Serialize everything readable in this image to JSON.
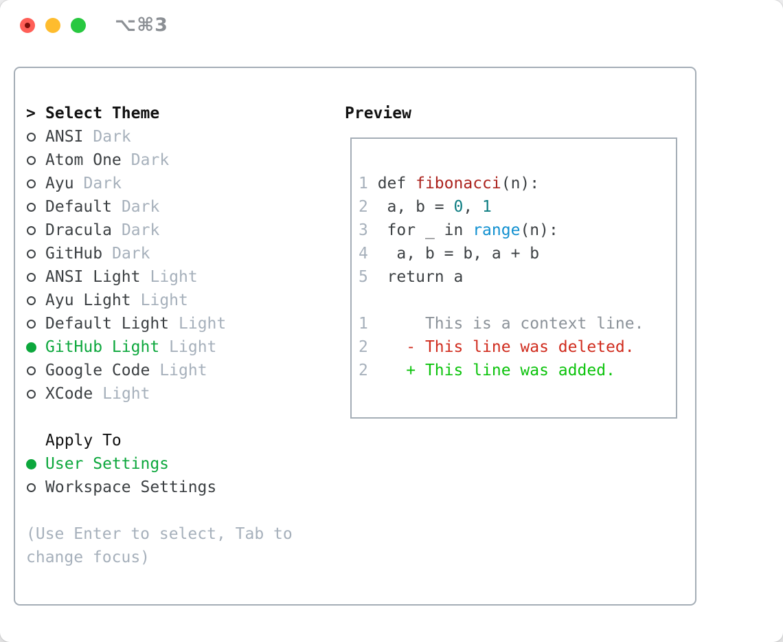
{
  "window": {
    "title": "⌥⌘3"
  },
  "theme_picker": {
    "header": {
      "prefix": ">",
      "label": "Select Theme"
    },
    "items": [
      {
        "name": "ANSI",
        "tag": "Dark",
        "selected": false
      },
      {
        "name": "Atom One",
        "tag": "Dark",
        "selected": false
      },
      {
        "name": "Ayu",
        "tag": "Dark",
        "selected": false
      },
      {
        "name": "Default",
        "tag": "Dark",
        "selected": false
      },
      {
        "name": "Dracula",
        "tag": "Dark",
        "selected": false
      },
      {
        "name": "GitHub",
        "tag": "Dark",
        "selected": false
      },
      {
        "name": "ANSI Light",
        "tag": "Light",
        "selected": false
      },
      {
        "name": "Ayu Light",
        "tag": "Light",
        "selected": false
      },
      {
        "name": "Default Light",
        "tag": "Light",
        "selected": false
      },
      {
        "name": "GitHub Light",
        "tag": "Light",
        "selected": true
      },
      {
        "name": "Google Code",
        "tag": "Light",
        "selected": false
      },
      {
        "name": "XCode",
        "tag": "Light",
        "selected": false
      }
    ],
    "apply_to": {
      "label": "Apply To",
      "options": [
        {
          "name": "User Settings",
          "selected": true
        },
        {
          "name": "Workspace Settings",
          "selected": false
        }
      ]
    },
    "help": "(Use Enter to select, Tab to change focus)"
  },
  "preview": {
    "label": "Preview",
    "lines": [
      {
        "tokens": [
          {
            "text": "1",
            "style": "linenum"
          },
          {
            "text": " def ",
            "style": "code"
          },
          {
            "text": "fibonacci",
            "style": "function"
          },
          {
            "text": "(n):",
            "style": "code"
          }
        ]
      },
      {
        "tokens": [
          {
            "text": "2",
            "style": "linenum"
          },
          {
            "text": "  a, b = ",
            "style": "code"
          },
          {
            "text": "0",
            "style": "number"
          },
          {
            "text": ", ",
            "style": "code"
          },
          {
            "text": "1",
            "style": "number"
          }
        ]
      },
      {
        "tokens": [
          {
            "text": "3",
            "style": "linenum"
          },
          {
            "text": "  for _ in ",
            "style": "code"
          },
          {
            "text": "range",
            "style": "builtin"
          },
          {
            "text": "(n):",
            "style": "code"
          }
        ]
      },
      {
        "tokens": [
          {
            "text": "4",
            "style": "linenum"
          },
          {
            "text": "   a, b = b, a + b",
            "style": "code"
          }
        ]
      },
      {
        "tokens": [
          {
            "text": "5",
            "style": "linenum"
          },
          {
            "text": "  return a",
            "style": "code"
          }
        ]
      },
      {
        "tokens": []
      },
      {
        "tokens": [
          {
            "text": "1",
            "style": "linenum"
          },
          {
            "text": "      This is a context line.",
            "style": "context"
          }
        ]
      },
      {
        "tokens": [
          {
            "text": "2",
            "style": "linenum"
          },
          {
            "text": "    - This line was deleted.",
            "style": "deleted"
          }
        ]
      },
      {
        "tokens": [
          {
            "text": "2",
            "style": "linenum"
          },
          {
            "text": "    + This line was added.",
            "style": "added"
          }
        ]
      }
    ]
  },
  "colors": {
    "accent_green": "#0ca73c",
    "dim": "#a6b0bb",
    "text": "#3c4043",
    "heading": "#111111",
    "border": "#a4adb6",
    "titlebar_text": "#8b8f94",
    "traffic_red": "#ff5f57",
    "traffic_red_dot": "#7d100a",
    "traffic_yellow": "#febc2e",
    "traffic_green": "#28c840",
    "linenum": "#a6b0bb",
    "code_function": "#ab231e",
    "code_number": "#0e7d82",
    "code_builtin": "#1190d0",
    "diff_context": "#8b9299",
    "diff_deleted": "#d02b1d",
    "diff_added": "#0cc30c"
  }
}
